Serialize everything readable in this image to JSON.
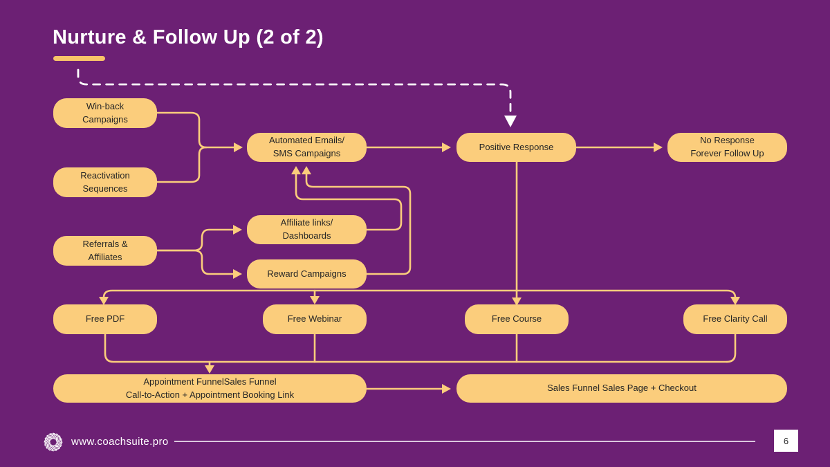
{
  "slide": {
    "title": "Nurture & Follow Up (2 of 2)",
    "footer": {
      "website": "www.coachsuite.pro",
      "page_number": "6"
    }
  },
  "colors": {
    "background": "#6C2074",
    "node-fill": "#FBCD7C",
    "connector": "#FBCD7C",
    "accent-bar": "#F8C469",
    "node-text": "#262626",
    "title-text": "#FFFFFF",
    "dashed": "#FFFFFF",
    "footer-line": "#E7D9EA",
    "page-box": "#FFFFFF"
  },
  "nodes": {
    "win_back": {
      "label": "Win-back\nCampaigns"
    },
    "reactivation": {
      "label": "Reactivation\nSequences"
    },
    "automated_emails": {
      "label": "Automated Emails/\nSMS Campaigns"
    },
    "positive_response": {
      "label": "Positive Response"
    },
    "no_response": {
      "label": "No Response\nForever Follow Up"
    },
    "referrals": {
      "label": "Referrals &\nAffiliates"
    },
    "affiliate_links": {
      "label": "Affiliate links/\nDashboards"
    },
    "reward_campaigns": {
      "label": "Reward Campaigns"
    },
    "free_pdf": {
      "label": "Free PDF"
    },
    "free_webinar": {
      "label": "Free Webinar"
    },
    "free_course": {
      "label": "Free Course"
    },
    "free_clarity_call": {
      "label": "Free Clarity Call"
    },
    "appointment_funnel": {
      "label": "Appointment FunnelSales Funnel\nCall-to-Action + Appointment Booking Link"
    },
    "sales_funnel": {
      "label": "Sales Funnel Sales Page + Checkout"
    }
  },
  "edges": [
    {
      "from": "title_area",
      "to": "positive_response",
      "style": "dashed"
    },
    {
      "from": "win_back",
      "to": "automated_emails",
      "style": "solid"
    },
    {
      "from": "reactivation",
      "to": "automated_emails",
      "style": "solid"
    },
    {
      "from": "automated_emails",
      "to": "positive_response",
      "style": "solid"
    },
    {
      "from": "positive_response",
      "to": "no_response",
      "style": "solid"
    },
    {
      "from": "referrals",
      "to": "affiliate_links",
      "style": "solid"
    },
    {
      "from": "referrals",
      "to": "reward_campaigns",
      "style": "solid"
    },
    {
      "from": "affiliate_links",
      "to": "automated_emails",
      "style": "solid"
    },
    {
      "from": "reward_campaigns",
      "to": "automated_emails",
      "style": "solid"
    },
    {
      "from": "positive_response",
      "to": "free_pdf",
      "style": "solid"
    },
    {
      "from": "positive_response",
      "to": "free_webinar",
      "style": "solid"
    },
    {
      "from": "positive_response",
      "to": "free_course",
      "style": "solid"
    },
    {
      "from": "positive_response",
      "to": "free_clarity_call",
      "style": "solid"
    },
    {
      "from": "free_pdf",
      "to": "appointment_funnel",
      "style": "solid"
    },
    {
      "from": "free_webinar",
      "to": "appointment_funnel",
      "style": "solid"
    },
    {
      "from": "free_course",
      "to": "appointment_funnel",
      "style": "solid"
    },
    {
      "from": "free_clarity_call",
      "to": "appointment_funnel",
      "style": "solid"
    },
    {
      "from": "appointment_funnel",
      "to": "sales_funnel",
      "style": "solid"
    }
  ]
}
